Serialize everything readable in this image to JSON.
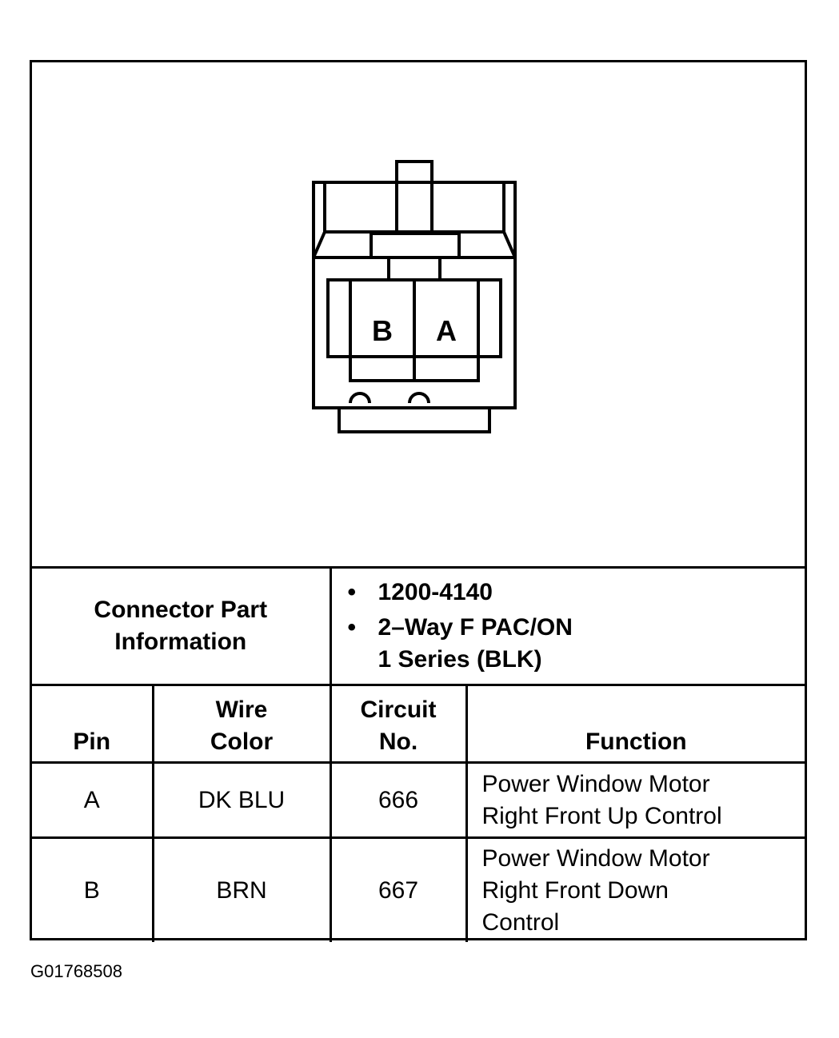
{
  "connector": {
    "pins": [
      {
        "label": "B"
      },
      {
        "label": "A"
      }
    ]
  },
  "part_info": {
    "label_line1": "Connector Part",
    "label_line2": "Information",
    "bullets": [
      {
        "line1": "1200-4140",
        "line2": ""
      },
      {
        "line1": "2–Way F PAC/ON",
        "line2": "1 Series (BLK)"
      }
    ]
  },
  "table": {
    "headers": {
      "pin": "Pin",
      "wire_color_line1": "Wire",
      "wire_color_line2": "Color",
      "circuit_line1": "Circuit",
      "circuit_line2": "No.",
      "function": "Function"
    },
    "rows": [
      {
        "pin": "A",
        "wire_color": "DK BLU",
        "circuit": "666",
        "function_lines": [
          "Power Window Motor",
          "Right Front Up Control"
        ]
      },
      {
        "pin": "B",
        "wire_color": "BRN",
        "circuit": "667",
        "function_lines": [
          "Power Window Motor",
          "Right Front Down",
          "Control"
        ]
      }
    ]
  },
  "figure_id": "G01768508"
}
